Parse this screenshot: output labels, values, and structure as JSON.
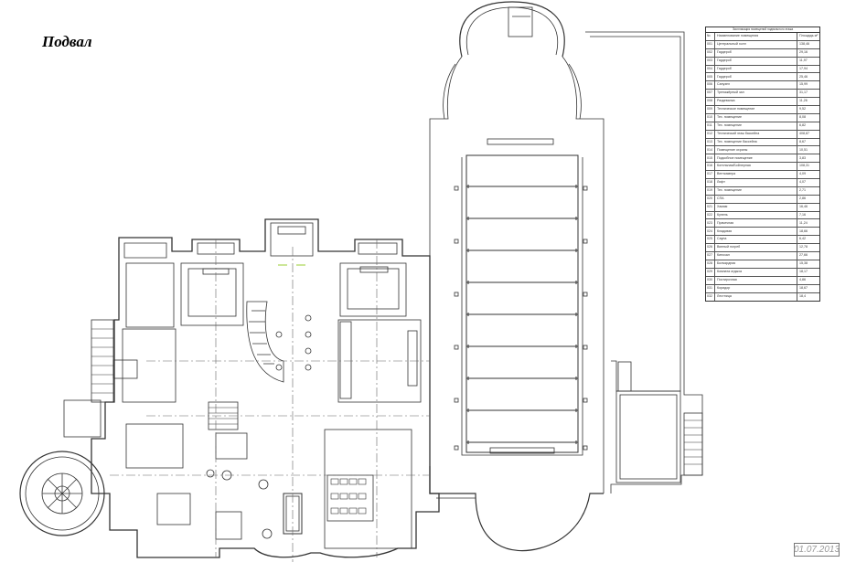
{
  "title": "Подвал",
  "legend": {
    "caption": "Экспликация помещений подвального этажа",
    "header": {
      "num": "№",
      "name": "Наименование помещения",
      "area": "Площадь м²"
    },
    "rows": [
      {
        "num": "001",
        "name": "Центральный холл",
        "area": "138,46"
      },
      {
        "num": "002",
        "name": "Гардероб",
        "area": "29,16"
      },
      {
        "num": "003",
        "name": "Гардероб",
        "area": "11,97"
      },
      {
        "num": "004",
        "name": "Гардероб",
        "area": "17,94"
      },
      {
        "num": "005",
        "name": "Гардероб",
        "area": "25,46"
      },
      {
        "num": "006",
        "name": "Санузел",
        "area": "15,99"
      },
      {
        "num": "007",
        "name": "Тренажёрный зал",
        "area": "31,17"
      },
      {
        "num": "008",
        "name": "Раздевалка",
        "area": "11,26"
      },
      {
        "num": "009",
        "name": "Техническое помещение",
        "area": "9,52"
      },
      {
        "num": "010",
        "name": "Тех. помещение",
        "area": "8,08"
      },
      {
        "num": "011",
        "name": "Тех. помещение",
        "area": "6,82"
      },
      {
        "num": "012",
        "name": "Технический этаж бассейна",
        "area": "408,87"
      },
      {
        "num": "013",
        "name": "Тех. помещение бассейна",
        "area": "8,67"
      },
      {
        "num": "014",
        "name": "Помещение охраны",
        "area": "10,51"
      },
      {
        "num": "015",
        "name": "Подсобное помещение",
        "area": "3,83"
      },
      {
        "num": "016",
        "name": "Котельная/Бойлерная",
        "area": "108,31"
      },
      {
        "num": "017",
        "name": "Венткамера",
        "area": "4,09"
      },
      {
        "num": "018",
        "name": "Лифт",
        "area": "4,07"
      },
      {
        "num": "019",
        "name": "Тех. помещение",
        "area": "2,71"
      },
      {
        "num": "020",
        "name": "СПА",
        "area": "2,86"
      },
      {
        "num": "021",
        "name": "Хамам",
        "area": "16,46"
      },
      {
        "num": "022",
        "name": "Купель",
        "area": "7,16"
      },
      {
        "num": "023",
        "name": "Прачечная",
        "area": "11,24"
      },
      {
        "num": "024",
        "name": "Кладовая",
        "area": "18,66"
      },
      {
        "num": "025",
        "name": "Сауна",
        "area": "6,42"
      },
      {
        "num": "026",
        "name": "Винный погреб",
        "area": "12,78"
      },
      {
        "num": "027",
        "name": "Кинозал",
        "area": "27,66"
      },
      {
        "num": "028",
        "name": "Бильярдная",
        "area": "15,38"
      },
      {
        "num": "029",
        "name": "Комната отдыха",
        "area": "18,17"
      },
      {
        "num": "030",
        "name": "Постирочная",
        "area": "4,86"
      },
      {
        "num": "031",
        "name": "Коридор",
        "area": "18,67"
      },
      {
        "num": "032",
        "name": "Лестница",
        "area": "18,4"
      }
    ]
  },
  "stamp": "01.07.2013",
  "line_color": "#333333",
  "accent_color": "#9acd32"
}
